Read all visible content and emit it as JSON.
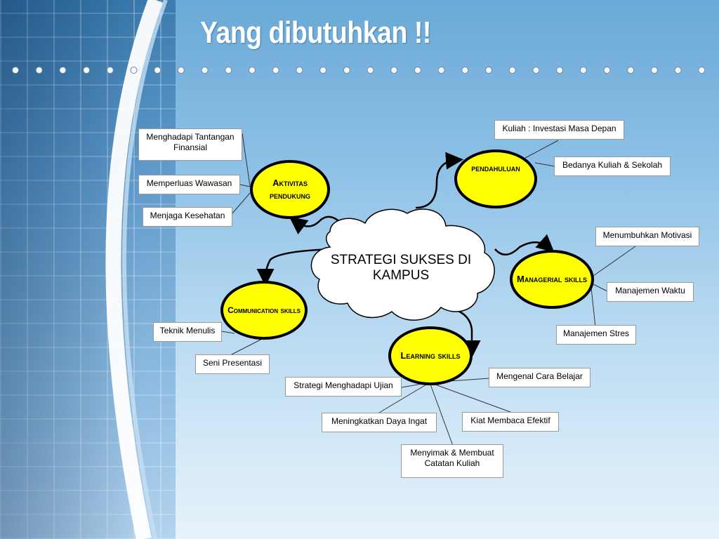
{
  "title": "Yang dibutuhkan !!",
  "center": "STRATEGI SUKSES DI KAMPUS",
  "nodes": {
    "aktivitas": "Aktivitas pendukung",
    "pendahuluan": "pendahuluan",
    "managerial": "Managerial skills",
    "communication": "Communication skills",
    "learning": "Learning skills"
  },
  "boxes": {
    "tantangan": "Menghadapi Tantangan Finansial",
    "wawasan": "Memperluas Wawasan",
    "kesehatan": "Menjaga Kesehatan",
    "investasi": "Kuliah : Investasi Masa Depan",
    "bedanya": "Bedanya Kuliah & Sekolah",
    "motivasi": "Menumbuhkan Motivasi",
    "waktu": "Manajemen Waktu",
    "stres": "Manajemen Stres",
    "menulis": "Teknik Menulis",
    "presentasi": "Seni Presentasi",
    "ujian": "Strategi Menghadapi Ujian",
    "belajar": "Mengenal Cara Belajar",
    "ingat": "Meningkatkan Daya Ingat",
    "efektif": "Kiat Membaca Efektif",
    "menyimak": "Menyimak & Membuat Catatan Kuliah"
  },
  "colors": {
    "node_fill": "#ffff00",
    "node_border": "#000000",
    "title": "#ffffff"
  }
}
